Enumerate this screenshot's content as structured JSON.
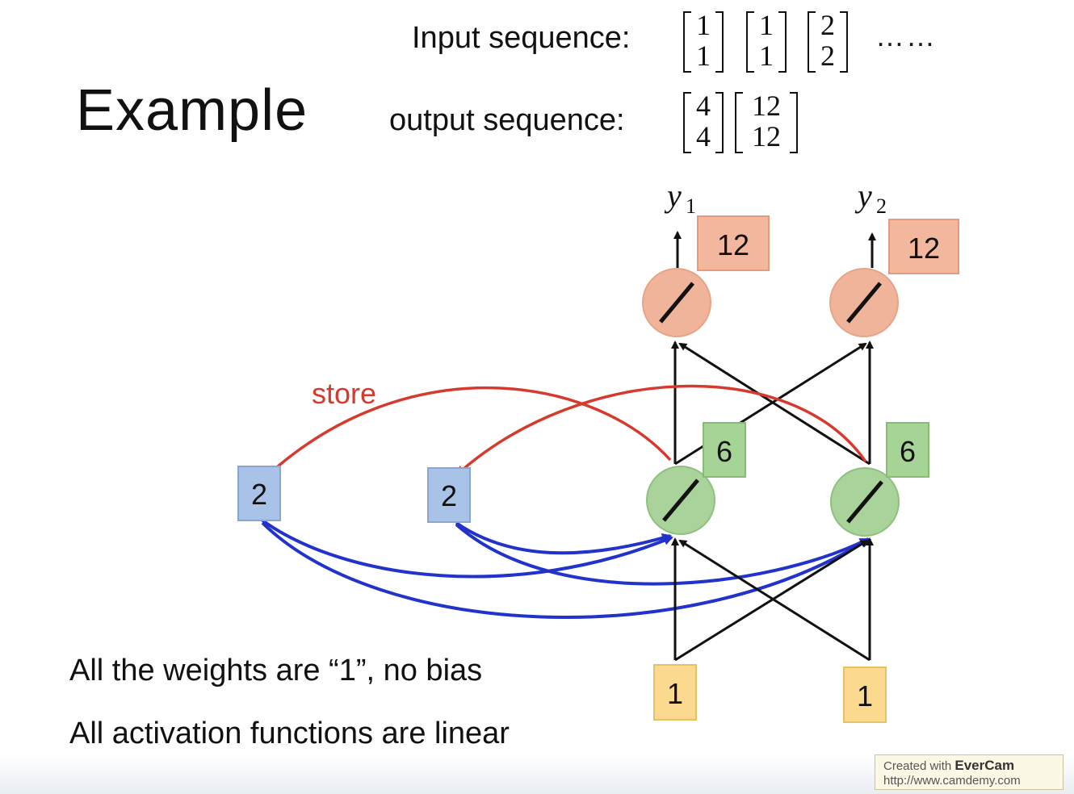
{
  "title": "Example",
  "input_label": "Input sequence:",
  "output_label": "output sequence:",
  "input_vectors": [
    [
      "1",
      "1"
    ],
    [
      "1",
      "1"
    ],
    [
      "2",
      "2"
    ]
  ],
  "input_ellipsis": "……",
  "output_vectors": [
    [
      "4",
      "4"
    ],
    [
      "12",
      "12"
    ]
  ],
  "outputs": {
    "y1": "y",
    "y1_sub": "1",
    "y2": "y",
    "y2_sub": "2",
    "y1_value": "12",
    "y2_value": "12"
  },
  "hidden_values": [
    "6",
    "6"
  ],
  "memory_values": [
    "2",
    "2"
  ],
  "input_values": [
    "1",
    "1"
  ],
  "store_label": "store",
  "notes": [
    "All the weights are “1”, no bias",
    "All activation functions are linear"
  ],
  "watermark": {
    "line1_prefix": "Created with ",
    "brand": "EverCam",
    "line2": "http://www.camdemy.com"
  },
  "colors": {
    "output_node": "#f0b49a",
    "output_box": "#f2b79d",
    "hidden_node": "#a9d39a",
    "hidden_box": "#a6d396",
    "memory_box": "#a9c3e8",
    "input_box": "#fbd98f",
    "store_arrow": "#d63a2c",
    "memory_arrow": "#2233cc",
    "black_arrow": "#111111"
  }
}
